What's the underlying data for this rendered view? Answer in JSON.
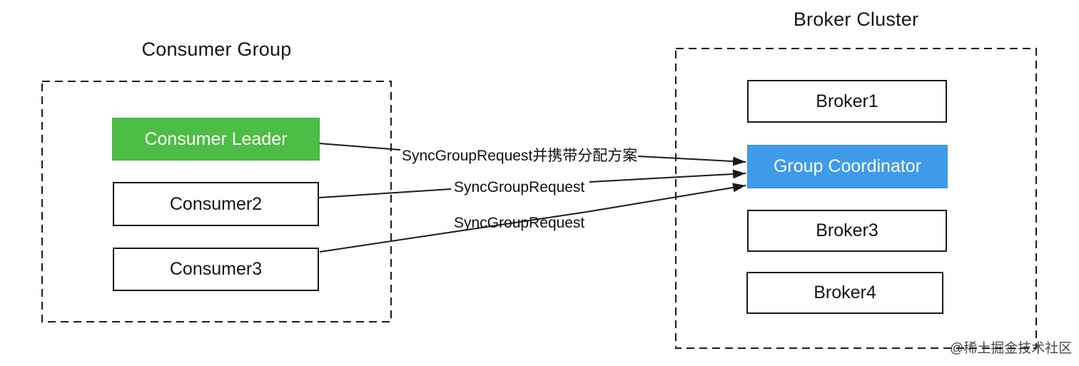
{
  "diagram_title": "Kafka SyncGroup rebalance diagram",
  "consumer_group": {
    "title": "Consumer Group",
    "nodes": [
      {
        "id": "consumer-leader",
        "label": "Consumer Leader",
        "variant": "leader"
      },
      {
        "id": "consumer2",
        "label": "Consumer2",
        "variant": "plain"
      },
      {
        "id": "consumer3",
        "label": "Consumer3",
        "variant": "plain"
      }
    ]
  },
  "broker_cluster": {
    "title": "Broker Cluster",
    "nodes": [
      {
        "id": "broker1",
        "label": "Broker1",
        "variant": "plain"
      },
      {
        "id": "group-coordinator",
        "label": "Group Coordinator",
        "variant": "coordinator"
      },
      {
        "id": "broker3",
        "label": "Broker3",
        "variant": "plain"
      },
      {
        "id": "broker4",
        "label": "Broker4",
        "variant": "plain"
      }
    ]
  },
  "arrows": [
    {
      "from": "consumer-leader",
      "to": "group-coordinator",
      "label": "SyncGroupRequest并携带分配方案"
    },
    {
      "from": "consumer2",
      "to": "group-coordinator",
      "label": "SyncGroupRequest"
    },
    {
      "from": "consumer3",
      "to": "group-coordinator",
      "label": "SyncGroupRequest"
    }
  ],
  "watermark": {
    "text": "@稀土掘金技术社区"
  },
  "colors": {
    "leader_green": "#4cbd45",
    "coordinator_blue": "#3f9be9",
    "line_black": "#1a1a1a",
    "background": "#ffffff"
  }
}
